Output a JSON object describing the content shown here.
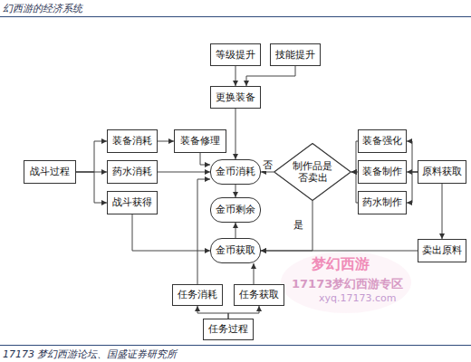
{
  "diagram": {
    "title": "幻西游的经济系统",
    "caption": "17173 梦幻西游论坛、国盛证券研究所",
    "nodes": [
      {
        "text": [
          "战斗过程"
        ]
      },
      {
        "text": [
          "装备消耗"
        ]
      },
      {
        "text": [
          "药水消耗"
        ]
      },
      {
        "text": [
          "战斗获得"
        ]
      },
      {
        "text": [
          "装备修理"
        ]
      },
      {
        "text": [
          "等级提升"
        ]
      },
      {
        "text": [
          "技能提升"
        ]
      },
      {
        "text": [
          "更换装备"
        ]
      },
      {
        "text": [
          "金币消耗"
        ]
      },
      {
        "text": [
          "金币剩余"
        ]
      },
      {
        "text": [
          "金币获取"
        ]
      },
      {
        "text": [
          "制作品是否卖出"
        ]
      },
      {
        "text": [
          "装备强化"
        ]
      },
      {
        "text": [
          "装备制作"
        ]
      },
      {
        "text": [
          "药水制作"
        ]
      },
      {
        "text": [
          "原料获取"
        ]
      },
      {
        "text": [
          "卖出原料"
        ]
      },
      {
        "text": [
          "任务消耗"
        ]
      },
      {
        "text": [
          "任务获取"
        ]
      },
      {
        "text": [
          "任务过程"
        ]
      }
    ],
    "edges": [
      {
        "from": 0,
        "to": 1,
        "arrow": "to"
      },
      {
        "from": 0,
        "to": 2,
        "arrow": "to"
      },
      {
        "from": 0,
        "to": 3,
        "arrow": "to"
      },
      {
        "from": 1,
        "to": 4,
        "arrow": "to"
      },
      {
        "from": 4,
        "to": 8,
        "arrow": "to"
      },
      {
        "from": 2,
        "to": 8,
        "arrow": "to"
      },
      {
        "from": 3,
        "to": 10,
        "arrow": "to"
      },
      {
        "from": 5,
        "to": 7,
        "arrow": "to"
      },
      {
        "from": 6,
        "to": 7,
        "arrow": "to"
      },
      {
        "from": 7,
        "to": 8,
        "arrow": "to"
      },
      {
        "from": 8,
        "to": 9,
        "arrow": "to"
      },
      {
        "from": 10,
        "to": 9,
        "arrow": "to"
      },
      {
        "from": 11,
        "to": 8,
        "label": "否",
        "arrow": "to"
      },
      {
        "from": 11,
        "to": 10,
        "label": "是",
        "arrow": "to"
      },
      {
        "from": 12,
        "to": 11,
        "arrow": "to"
      },
      {
        "from": 13,
        "to": 11,
        "arrow": "to"
      },
      {
        "from": 14,
        "to": 11,
        "arrow": "to"
      },
      {
        "from": 15,
        "to": 12,
        "arrow": "to"
      },
      {
        "from": 15,
        "to": 13,
        "arrow": "to"
      },
      {
        "from": 15,
        "to": 14,
        "arrow": "to"
      },
      {
        "from": 15,
        "to": 16,
        "arrow": "to"
      },
      {
        "from": 16,
        "to": 10,
        "arrow": "to"
      },
      {
        "from": 19,
        "to": 17,
        "arrow": "to"
      },
      {
        "from": 19,
        "to": 18,
        "arrow": "to"
      },
      {
        "from": 17,
        "to": 8,
        "arrow": "to"
      },
      {
        "from": 18,
        "to": 10,
        "arrow": "to"
      }
    ],
    "labels": [
      "梦幻西游",
      "17173梦幻西游专区",
      "xyq.17173.com"
    ]
  }
}
